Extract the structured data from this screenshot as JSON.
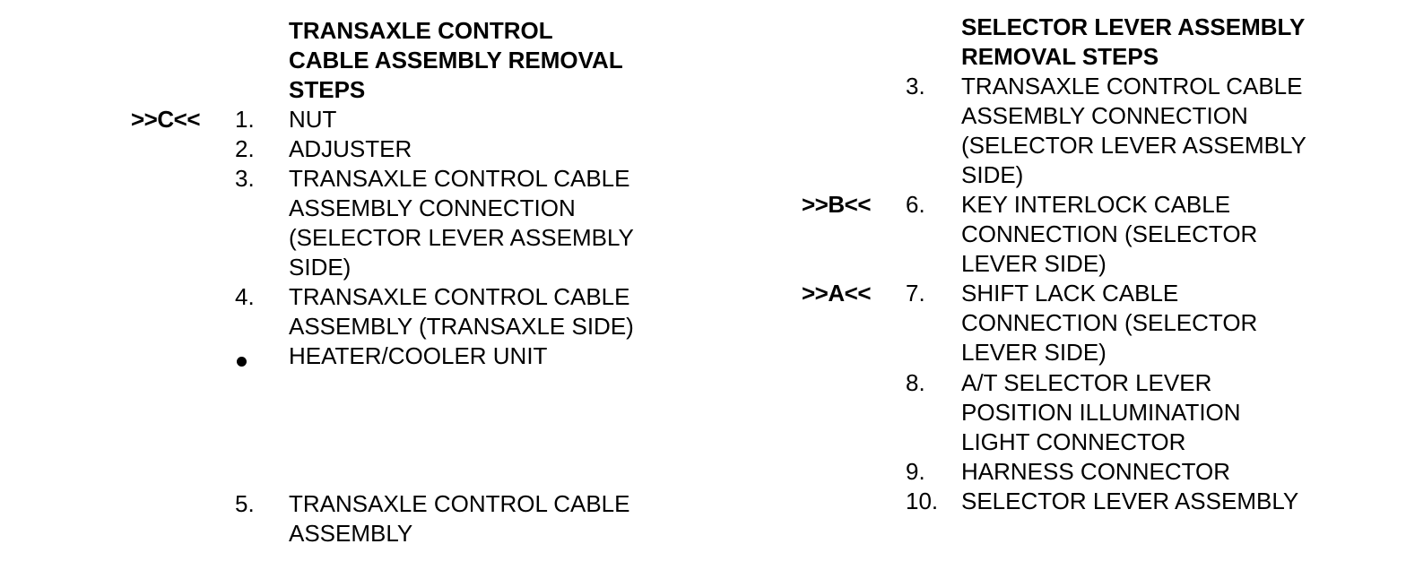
{
  "document": {
    "background_color": "#ffffff",
    "text_color": "#000000"
  },
  "columns": [
    {
      "id": "transaxle-control-cable-assembly",
      "heading_lines": [
        "TRANSAXLE CONTROL",
        "CABLE ASSEMBLY REMOVAL",
        "STEPS"
      ],
      "items": [
        {
          "marker": ">>C<<",
          "number": "1.",
          "lines": [
            "NUT"
          ]
        },
        {
          "marker": "",
          "number": "2.",
          "lines": [
            "ADJUSTER"
          ]
        },
        {
          "marker": "",
          "number": "3.",
          "lines": [
            "TRANSAXLE CONTROL CABLE",
            "ASSEMBLY CONNECTION",
            "(SELECTOR LEVER ASSEMBLY",
            "SIDE)"
          ]
        },
        {
          "marker": "",
          "number": "4.",
          "lines": [
            "TRANSAXLE CONTROL CABLE",
            "ASSEMBLY (TRANSAXLE SIDE)"
          ]
        },
        {
          "marker": "",
          "number": "•",
          "is_bullet": true,
          "lines": [
            "HEATER/COOLER UNIT"
          ]
        },
        {
          "marker": "",
          "number": "5.",
          "lines": [
            "TRANSAXLE CONTROL CABLE",
            "ASSEMBLY"
          ]
        }
      ]
    },
    {
      "id": "selector-lever-assembly",
      "heading_lines": [
        "SELECTOR LEVER ASSEMBLY",
        "REMOVAL STEPS"
      ],
      "items": [
        {
          "marker": "",
          "number": "3.",
          "lines": [
            "TRANSAXLE CONTROL CABLE",
            "ASSEMBLY CONNECTION",
            "(SELECTOR LEVER ASSEMBLY",
            "SIDE)"
          ]
        },
        {
          "marker": ">>B<<",
          "number": "6.",
          "lines": [
            "KEY INTERLOCK CABLE",
            "CONNECTION (SELECTOR",
            "LEVER SIDE)"
          ]
        },
        {
          "marker": ">>A<<",
          "number": "7.",
          "lines": [
            "SHIFT LACK CABLE",
            "CONNECTION (SELECTOR",
            "LEVER SIDE)"
          ]
        },
        {
          "marker": "",
          "number": "8.",
          "lines": [
            "A/T SELECTOR LEVER",
            "POSITION ILLUMINATION",
            "LIGHT CONNECTOR"
          ]
        },
        {
          "marker": "",
          "number": "9.",
          "lines": [
            "HARNESS CONNECTOR"
          ]
        },
        {
          "marker": "",
          "number": "10.",
          "lines": [
            "SELECTOR LEVER ASSEMBLY"
          ]
        }
      ]
    }
  ]
}
